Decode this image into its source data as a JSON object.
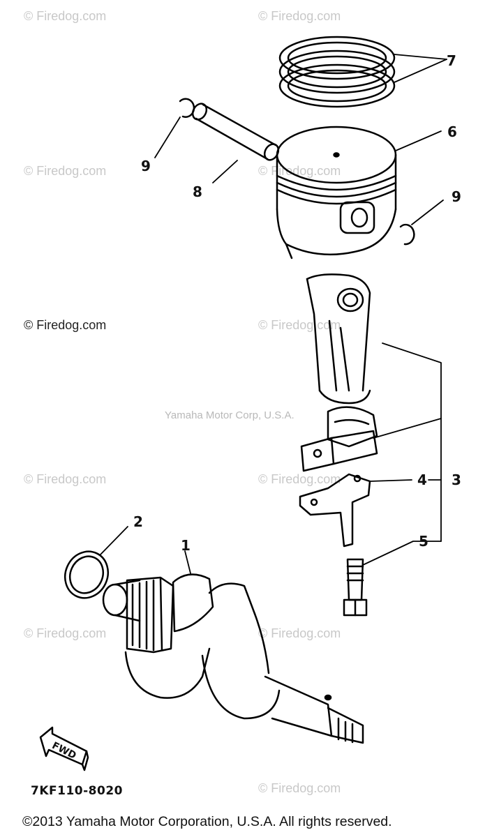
{
  "watermarks": {
    "brand": "© Firedog.com"
  },
  "center_note": "Yamaha Motor Corp, U.S.A.",
  "callouts": {
    "p1": "1",
    "p2": "2",
    "p3": "3",
    "p4": "4",
    "p5": "5",
    "p6": "6",
    "p7": "7",
    "p8": "8",
    "p9a": "9",
    "p9b": "9"
  },
  "fwd_label": "FWD",
  "diagram_code": "7KF110-8020",
  "copyright": "©2013 Yamaha Motor Corporation, U.S.A. All rights reserved."
}
